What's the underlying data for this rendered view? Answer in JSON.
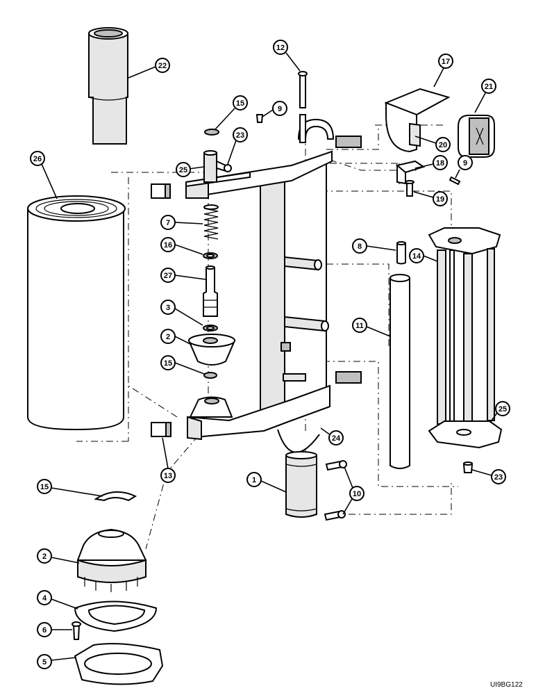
{
  "figure_code": "UI9BG122",
  "callouts": [
    {
      "label": "22",
      "part": "tube"
    },
    {
      "label": "12",
      "part": "long bolt"
    },
    {
      "label": "17",
      "part": "lamp bracket"
    },
    {
      "label": "21",
      "part": "lamp"
    },
    {
      "label": "15",
      "part": "snap ring"
    },
    {
      "label": "9",
      "part": "screw"
    },
    {
      "label": "23",
      "part": "fitting"
    },
    {
      "label": "25",
      "part": "mark"
    },
    {
      "label": "26",
      "part": "paper roll"
    },
    {
      "label": "20",
      "part": "bracket clip"
    },
    {
      "label": "18",
      "part": "plate"
    },
    {
      "label": "9",
      "part": "screw"
    },
    {
      "label": "19",
      "part": "bolt"
    },
    {
      "label": "7",
      "part": "spring"
    },
    {
      "label": "16",
      "part": "washer"
    },
    {
      "label": "8",
      "part": "pin"
    },
    {
      "label": "14",
      "part": "roll frame"
    },
    {
      "label": "27",
      "part": "shaft"
    },
    {
      "label": "3",
      "part": "washer"
    },
    {
      "label": "11",
      "part": "roller"
    },
    {
      "label": "2",
      "part": "cone"
    },
    {
      "label": "15",
      "part": "snap ring"
    },
    {
      "label": "25",
      "part": "mark"
    },
    {
      "label": "24",
      "part": "mark"
    },
    {
      "label": "13",
      "part": "pad"
    },
    {
      "label": "1",
      "part": "main frame"
    },
    {
      "label": "23",
      "part": "fitting"
    },
    {
      "label": "10",
      "part": "bolt"
    },
    {
      "label": "15",
      "part": "snap ring"
    },
    {
      "label": "2",
      "part": "cone"
    },
    {
      "label": "4",
      "part": "gasket"
    },
    {
      "label": "6",
      "part": "rivet"
    },
    {
      "label": "5",
      "part": "flange"
    }
  ]
}
